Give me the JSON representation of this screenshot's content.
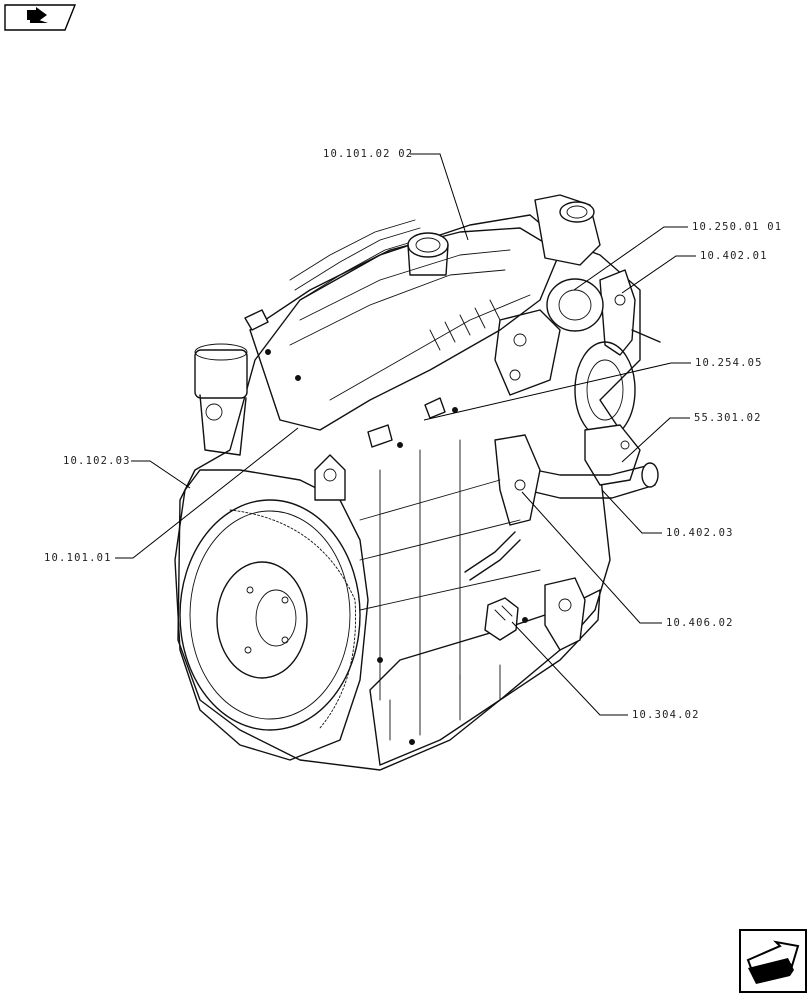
{
  "callouts": [
    {
      "id": "cylinder-head",
      "label": "10.101.02 02"
    },
    {
      "id": "thermostat",
      "label": "10.250.01 01"
    },
    {
      "id": "exhaust-pipe",
      "label": "10.402.01"
    },
    {
      "id": "breather",
      "label": "10.254.05"
    },
    {
      "id": "water-pump",
      "label": "55.301.02"
    },
    {
      "id": "oil-filter-head",
      "label": "10.102.03"
    },
    {
      "id": "egr-pipe",
      "label": "10.402.03"
    },
    {
      "id": "crankcase",
      "label": "10.101.01"
    },
    {
      "id": "egr-cooler",
      "label": "10.406.02"
    },
    {
      "id": "oil-cap",
      "label": "10.304.02"
    }
  ],
  "nav": {
    "top_icon": "folder-arrow-icon",
    "next_icon": "next-page-arrow-icon"
  }
}
